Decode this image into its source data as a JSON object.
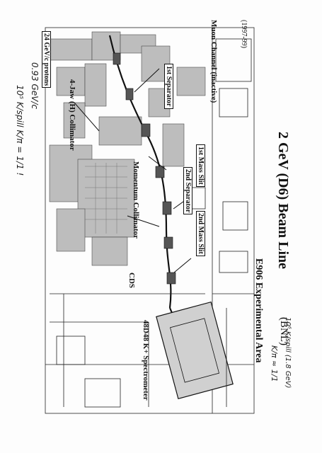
{
  "title": "2 GeV (D6) Beam Line",
  "title_note": "(BNL)",
  "year": "(1997-99)",
  "labels": {
    "muon_channel": "Muon Channel (inactive)",
    "sep1": "1st Separator",
    "mass1": "1st Mass Slit",
    "sep2": "2nd Separator",
    "mass2": "2nd Mass Slit",
    "jaw": "4-Jaw (H) Collimator",
    "momentum": "Momentum Collimator",
    "cds": "CDS",
    "spectrometer": "48D48 K+ Spectrometer",
    "experiment": "E906 Experimental Area",
    "protons": "24 GeV/c protons"
  },
  "handwriting": {
    "energy": "0.93 GeV/c",
    "rate_left": "10⁵ K/spill   K/π = 1/1 !",
    "rate_right": "10⁶ K/spill  (1.8 GeV)",
    "ratio_right": "K/π ≈ 1/1"
  }
}
